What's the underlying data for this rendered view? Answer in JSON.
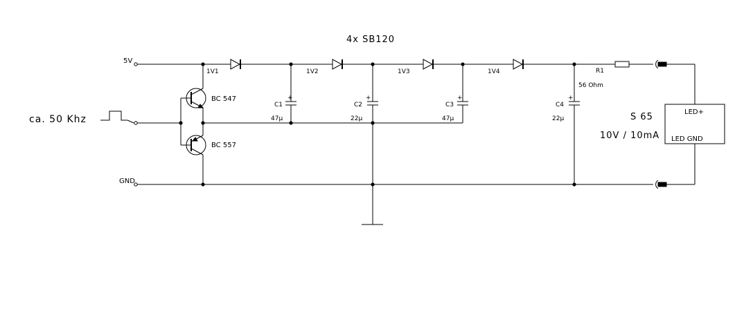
{
  "title": "4x SB120",
  "nets": {
    "vcc": "5V",
    "gnd": "GND",
    "input": "ca. 50 Khz"
  },
  "transistors": {
    "upper": "BC 547",
    "lower": "BC 557"
  },
  "diodes": [
    "1V1",
    "1V2",
    "1V3",
    "1V4"
  ],
  "capacitors": [
    {
      "ref": "C1",
      "value": "47µ"
    },
    {
      "ref": "C2",
      "value": "22µ"
    },
    {
      "ref": "C3",
      "value": "47µ"
    },
    {
      "ref": "C4",
      "value": "22µ"
    }
  ],
  "resistor": {
    "ref": "R1",
    "value": "56 Ohm"
  },
  "led_module": {
    "name": "S 65",
    "rating": "10V / 10mA",
    "pin_plus": "LED+",
    "pin_gnd": "LED GND"
  },
  "polarity_mark": "+"
}
